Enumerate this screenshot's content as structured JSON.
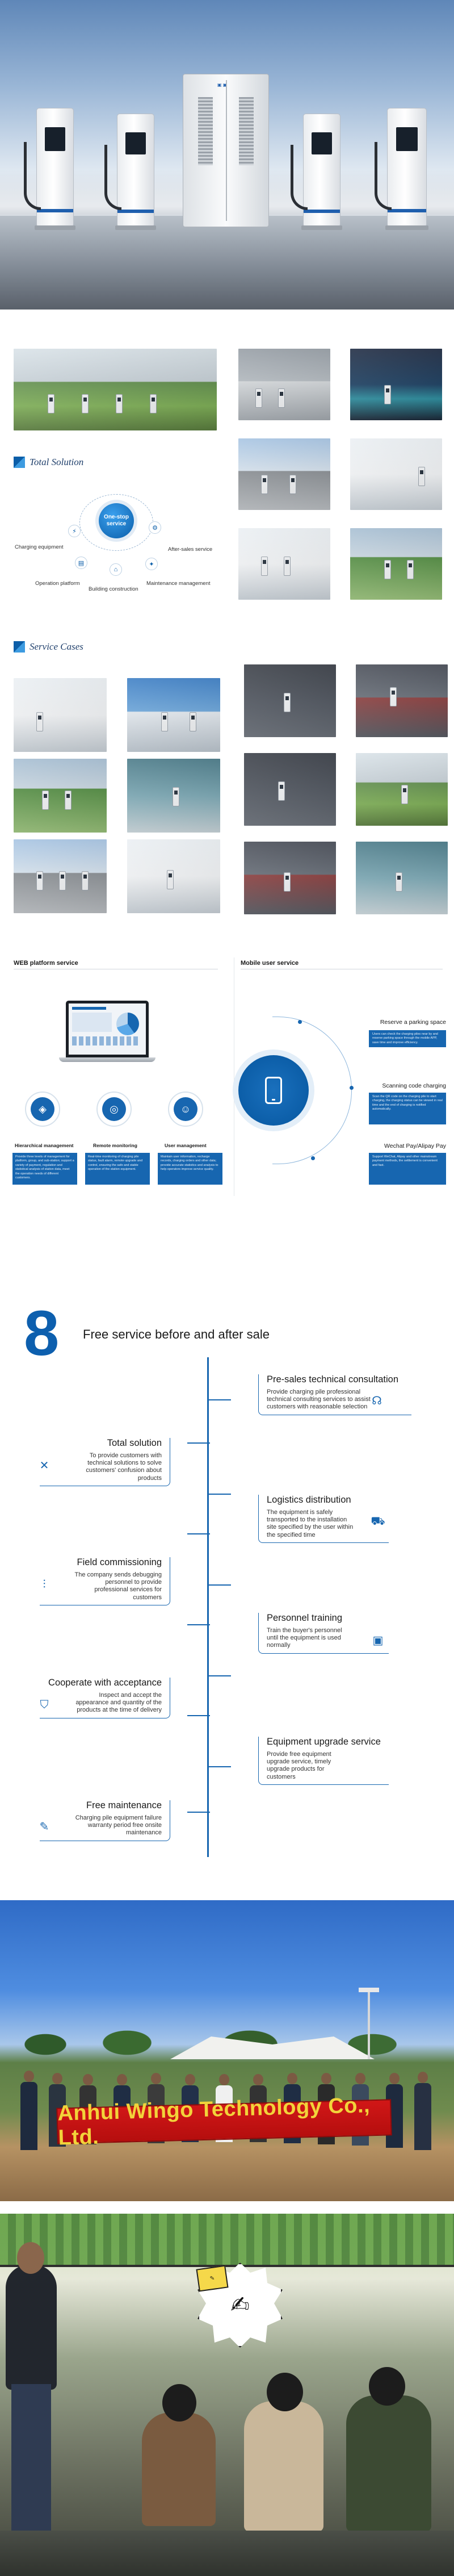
{
  "total_solution": {
    "heading": "Total Solution",
    "center": "One-stop service",
    "labels": {
      "charging_equipment": "Charging equipment",
      "after_sales": "After-sales service",
      "operation_platform": "Operation platform",
      "building_construction": "Building construction",
      "maintenance": "Maintenance management"
    }
  },
  "service_cases": {
    "heading": "Service Cases"
  },
  "web_platform": {
    "title": "WEB platform service",
    "items": [
      {
        "label": "Hierarchical management",
        "desc": "Provide three levels of management for platform, group, and sub-station; support a variety of payment, regulation and statistical analysis of station data, meet the operation needs of different customers."
      },
      {
        "label": "Remote monitoring",
        "desc": "Real-time monitoring of charging pile status, fault alarm, remote upgrade and control, ensuring the safe and stable operation of the station equipment."
      },
      {
        "label": "User management",
        "desc": "Maintain user information, recharge records, charging orders and other data; provide accurate statistics and analysis to help operators improve service quality."
      }
    ]
  },
  "mobile_service": {
    "title": "Mobile user service",
    "items": [
      {
        "label": "Reserve a parking space",
        "desc": "Users can check the charging piles near by and reserve parking space through the mobile APP, save time and improve efficiency."
      },
      {
        "label": "Scanning code charging",
        "desc": "Scan the QR code on the charging pile to start charging, the charging status can be viewed in real time and the end of charging is notified automatically."
      },
      {
        "label": "Wechat Pay/Alipay Pay",
        "desc": "Support WeChat, Alipay and other mainstream payment methods, the settlement is convenient and fast."
      }
    ]
  },
  "free_service": {
    "number": "8",
    "title": "Free service before and after sale",
    "left": [
      {
        "title": "Total solution",
        "desc": "To provide customers with technical solutions to solve customers' confusion about products"
      },
      {
        "title": "Field commissioning",
        "desc": "The company sends debugging personnel to provide professional services for customers"
      },
      {
        "title": "Cooperate with acceptance",
        "desc": "Inspect and accept the appearance and quantity of the products at the time of delivery"
      },
      {
        "title": "Free maintenance",
        "desc": "Charging pile equipment failure warranty period free onsite maintenance"
      }
    ],
    "right": [
      {
        "title": "Pre-sales technical consultation",
        "desc": "Provide charging pile professional technical consulting services to assist customers with reasonable selection"
      },
      {
        "title": "Logistics distribution",
        "desc": "The equipment is safely transported to the installation site specified by the user within the specified time"
      },
      {
        "title": "Personnel training",
        "desc": "Train the buyer's personnel until the equipment is used normally"
      },
      {
        "title": "Equipment upgrade service",
        "desc": "Provide free equipment upgrade service, timely upgrade products for customers"
      }
    ]
  },
  "team": {
    "banner": "Anhui Wingo Technology Co., Ltd."
  },
  "colors": {
    "brand_blue": "#1766b0",
    "banner_red": "#c41212",
    "banner_text": "#f2d33a"
  }
}
